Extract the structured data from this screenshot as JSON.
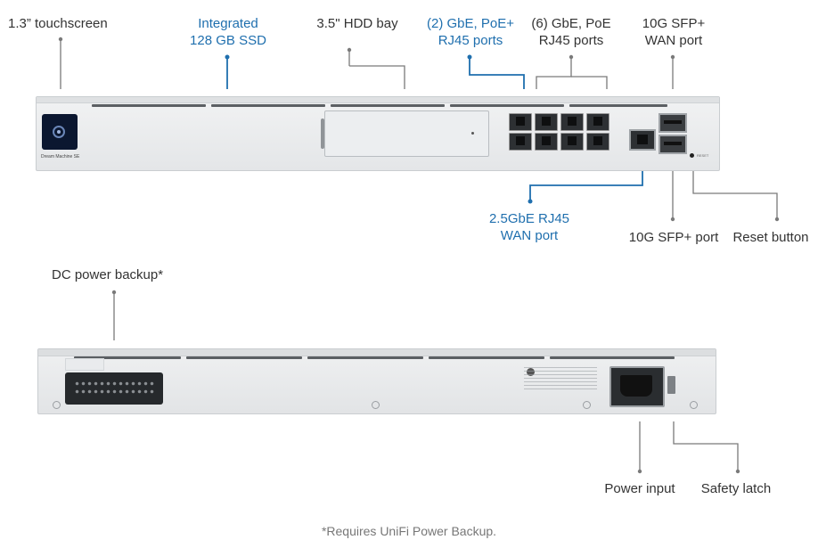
{
  "front": {
    "labels": {
      "touchscreen": "1.3” touchscreen",
      "ssd_line1": "Integrated",
      "ssd_line2": "128 GB SSD",
      "hdd": "3.5\" HDD bay",
      "poe_plus_line1": "(2) GbE, PoE+",
      "poe_plus_line2": "RJ45 ports",
      "poe_line1": "(6) GbE, PoE",
      "poe_line2": "RJ45 ports",
      "sfp_wan_line1": "10G SFP+",
      "sfp_wan_line2": "WAN port",
      "wan25_line1": "2.5GbE RJ45",
      "wan25_line2": "WAN port",
      "sfp_port": "10G SFP+ port",
      "reset": "Reset button"
    },
    "device_name": "Dream Machine SE",
    "reset_text": "RESET"
  },
  "rear": {
    "labels": {
      "dc_backup": "DC power backup*",
      "power_input": "Power input",
      "safety_latch": "Safety latch"
    }
  },
  "footnote": "*Requires UniFi Power Backup.",
  "colors": {
    "highlight_label": "#1f6fae",
    "normal_label": "#333333"
  }
}
